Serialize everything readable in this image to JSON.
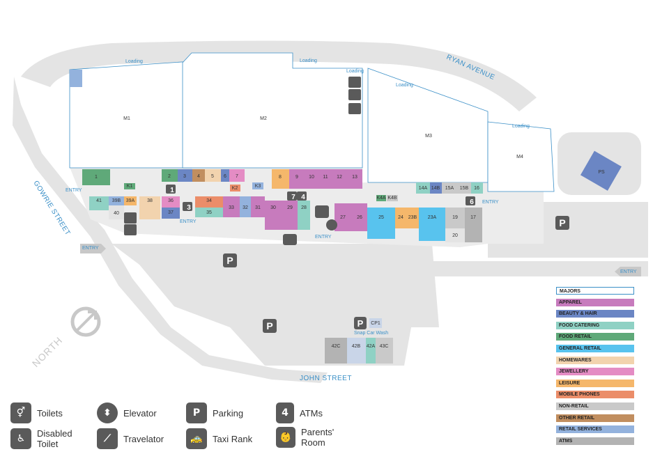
{
  "streets": {
    "ryan": "RYAN AVENUE",
    "gowrie": "GOWRIE STREET",
    "john": "JOHN STREET",
    "north": "NORTH"
  },
  "loading_labels": [
    "Loading",
    "Loading",
    "Loading",
    "Loading",
    "Loading"
  ],
  "entry_labels": [
    "ENTRY",
    "ENTRY",
    "ENTRY",
    "ENTRY",
    "ENTRY",
    "ENTRY"
  ],
  "snap_car_wash": "Snap Car Wash",
  "majors": {
    "m1": "M1",
    "m2": "M2",
    "m3": "M3",
    "m4": "M4",
    "ps": "PS"
  },
  "shops": {
    "s1": "1",
    "s2": "2",
    "s3": "3",
    "s4": "4",
    "s5": "5",
    "s6": "6",
    "s7": "7",
    "s8": "8",
    "s9": "9",
    "s10": "10",
    "s11": "11",
    "s12": "12",
    "s13": "13",
    "s14a": "14A",
    "s14b": "14B",
    "s15a": "15A",
    "s15b": "15B",
    "s16": "16",
    "s17": "17",
    "s19": "19",
    "s20": "20",
    "s23a": "23A",
    "s23b": "23B",
    "s24": "24",
    "s25": "25",
    "s26": "26",
    "s27": "27",
    "s28": "28",
    "s29": "29",
    "s30": "30",
    "s31": "31",
    "s32": "32",
    "s33": "33",
    "s34": "34",
    "s35": "35",
    "s36": "36",
    "s37": "37",
    "s38": "38",
    "s39a": "39A",
    "s39b": "39B",
    "s40": "40",
    "s41": "41",
    "k1": "K1",
    "k2": "K2",
    "k3": "K3",
    "k4a": "K4A",
    "k4b": "K4B",
    "s42a": "42A",
    "s42b": "42B",
    "s42c": "42C",
    "s43c": "43C",
    "cp1": "CP1"
  },
  "atm_numbers": {
    "a1": "1",
    "a3": "3",
    "a4": "4",
    "a6": "6",
    "a7": "7"
  },
  "legend": [
    {
      "label": "MAJORS",
      "color": "#ffffff"
    },
    {
      "label": "APPAREL",
      "color": "#c77bbd"
    },
    {
      "label": "BEAUTY & HAIR",
      "color": "#6b86c4"
    },
    {
      "label": "FOOD CATERING",
      "color": "#8fd1c4"
    },
    {
      "label": "FOOD RETAIL",
      "color": "#5fa979"
    },
    {
      "label": "GENERAL RETAIL",
      "color": "#58c3ee"
    },
    {
      "label": "HOMEWARES",
      "color": "#f2d3ae"
    },
    {
      "label": "JEWELLERY",
      "color": "#e48cc4"
    },
    {
      "label": "LEISURE",
      "color": "#f5b76b"
    },
    {
      "label": "MOBILE PHONES",
      "color": "#eb8d69"
    },
    {
      "label": "NON-RETAIL",
      "color": "#c9c9c9"
    },
    {
      "label": "OTHER RETAIL",
      "color": "#c18e5f"
    },
    {
      "label": "RETAIL SERVICES",
      "color": "#93b2dd"
    },
    {
      "label": "ATMS",
      "color": "#b3b3b3"
    }
  ],
  "key": {
    "toilets": "Toilets",
    "elevator": "Elevator",
    "parking": "Parking",
    "atms": "ATMs",
    "disabled_1": "Disabled",
    "disabled_2": "Toilet",
    "travelator": "Travelator",
    "taxi": "Taxi Rank",
    "parents_1": "Parents'",
    "parents_2": "Room",
    "parking_letter": "P",
    "atm_number": "4"
  }
}
